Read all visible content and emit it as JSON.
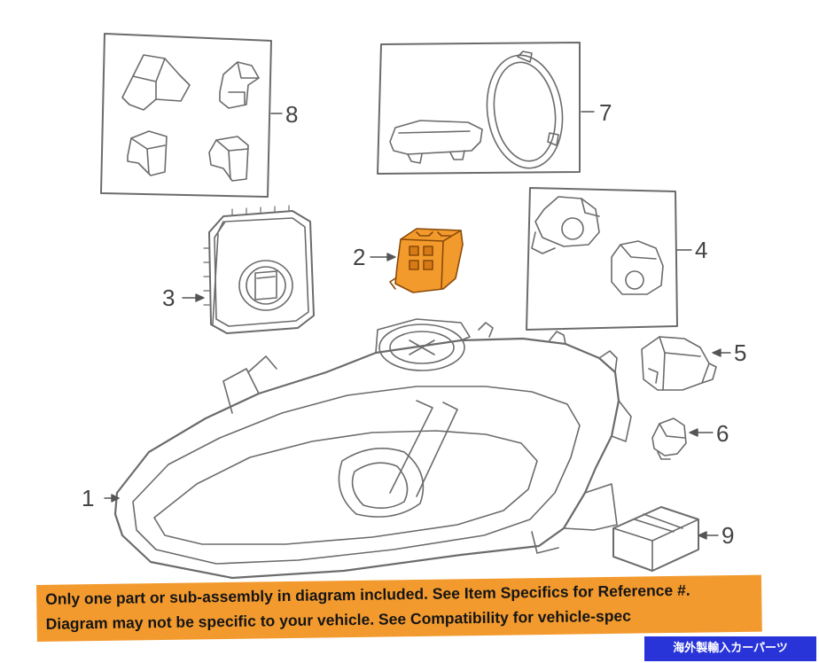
{
  "callouts": {
    "c1": "1",
    "c2": "2",
    "c3": "3",
    "c4": "4",
    "c5": "5",
    "c6": "6",
    "c7": "7",
    "c8": "8",
    "c9": "9"
  },
  "banner": {
    "line1": "Only one part or sub-assembly in diagram included. See Item Specifics for Reference #.",
    "line2": "Diagram may not be specific to your vehicle. See Compatibility for vehicle-spec"
  },
  "badge": {
    "label": "海外製輸入カーパーツ"
  },
  "colors": {
    "highlight_part": "#f29a2c",
    "banner": "#f39a2e",
    "badge": "#2833d8",
    "line_art": "#6b6b6b"
  }
}
